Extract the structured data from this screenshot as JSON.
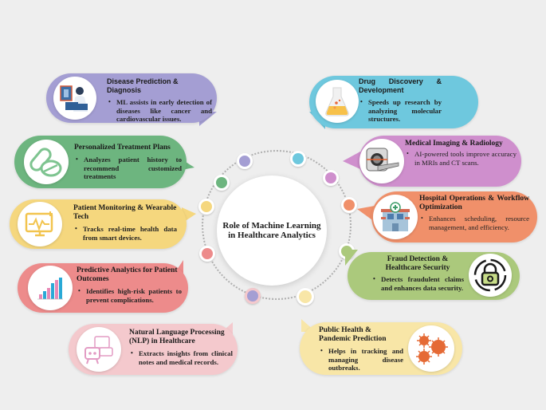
{
  "center": {
    "title_line1": "Role of Machine Learning",
    "title_line2": "in Healthcare Analytics"
  },
  "colors": {
    "background": "#eeeeee",
    "purple": "#a49ed3",
    "blue": "#6ec8de",
    "green": "#6db57f",
    "pink_purple": "#cf8fcd",
    "yellow": "#f5d77e",
    "orange": "#f0906a",
    "coral": "#ed8b8b",
    "lime": "#abc97c",
    "light_pink": "#f4c9cd",
    "light_yellow": "#f8e6a7"
  },
  "items": [
    {
      "id": "disease-prediction",
      "title": "Disease Prediction & Diagnosis",
      "bullet": "ML assists in early detection of diseases like cancer and cardiovascular issues.",
      "icon": "doctor-screen-icon",
      "color": "#a49ed3"
    },
    {
      "id": "drug-discovery",
      "title": "Drug Discovery & Development",
      "bullet": "Speeds up research by analyzing molecular structures.",
      "icon": "flask-icon",
      "color": "#6ec8de"
    },
    {
      "id": "personalized-treatment",
      "title": "Personalized Treatment Plans",
      "bullet": "Analyzes patient history to recommend customized treatments",
      "icon": "pills-icon",
      "color": "#6db57f"
    },
    {
      "id": "medical-imaging",
      "title": "Medical Imaging & Radiology",
      "bullet": "AI-powered tools improve accuracy in MRIs and CT scans.",
      "icon": "mri-scanner-icon",
      "color": "#cf8fcd"
    },
    {
      "id": "patient-monitoring",
      "title": "Patient Monitoring & Wearable Tech",
      "bullet": "Tracks real-time health data from smart devices.",
      "icon": "heart-monitor-icon",
      "color": "#f5d77e"
    },
    {
      "id": "hospital-operations",
      "title": "Hospital Operations & Workflow Optimization",
      "bullet": "Enhances scheduling, resource management, and efficiency.",
      "icon": "hospital-icon",
      "color": "#f0906a"
    },
    {
      "id": "predictive-analytics",
      "title": "Predictive Analytics for Patient Outcomes",
      "bullet": "Identifies high-risk patients to prevent complications.",
      "icon": "bar-chart-icon",
      "color": "#ed8b8b"
    },
    {
      "id": "fraud-detection",
      "title": "Fraud Detection & Healthcare Security",
      "bullet": "Detects fraudulent claims and enhances data security.",
      "icon": "padlock-icon",
      "color": "#abc97c"
    },
    {
      "id": "nlp",
      "title": "Natural Language Processing (NLP) in Healthcare",
      "bullet": "Extracts insights from clinical notes and medical records.",
      "icon": "chat-robot-icon",
      "color": "#f4c9cd"
    },
    {
      "id": "public-health",
      "title": "Public Health & Pandemic Prediction",
      "bullet": "Helps in tracking and managing disease outbreaks.",
      "icon": "virus-icon",
      "color": "#f8e6a7"
    }
  ],
  "ring_dots": [
    {
      "color": "#a49ed3"
    },
    {
      "color": "#6ec8de"
    },
    {
      "color": "#6db57f"
    },
    {
      "color": "#cf8fcd"
    },
    {
      "color": "#f5d77e"
    },
    {
      "color": "#f0906a"
    },
    {
      "color": "#ed8b8b"
    },
    {
      "color": "#abc97c"
    },
    {
      "color": "#a49ed3"
    },
    {
      "color": "#f8e6a7"
    }
  ]
}
